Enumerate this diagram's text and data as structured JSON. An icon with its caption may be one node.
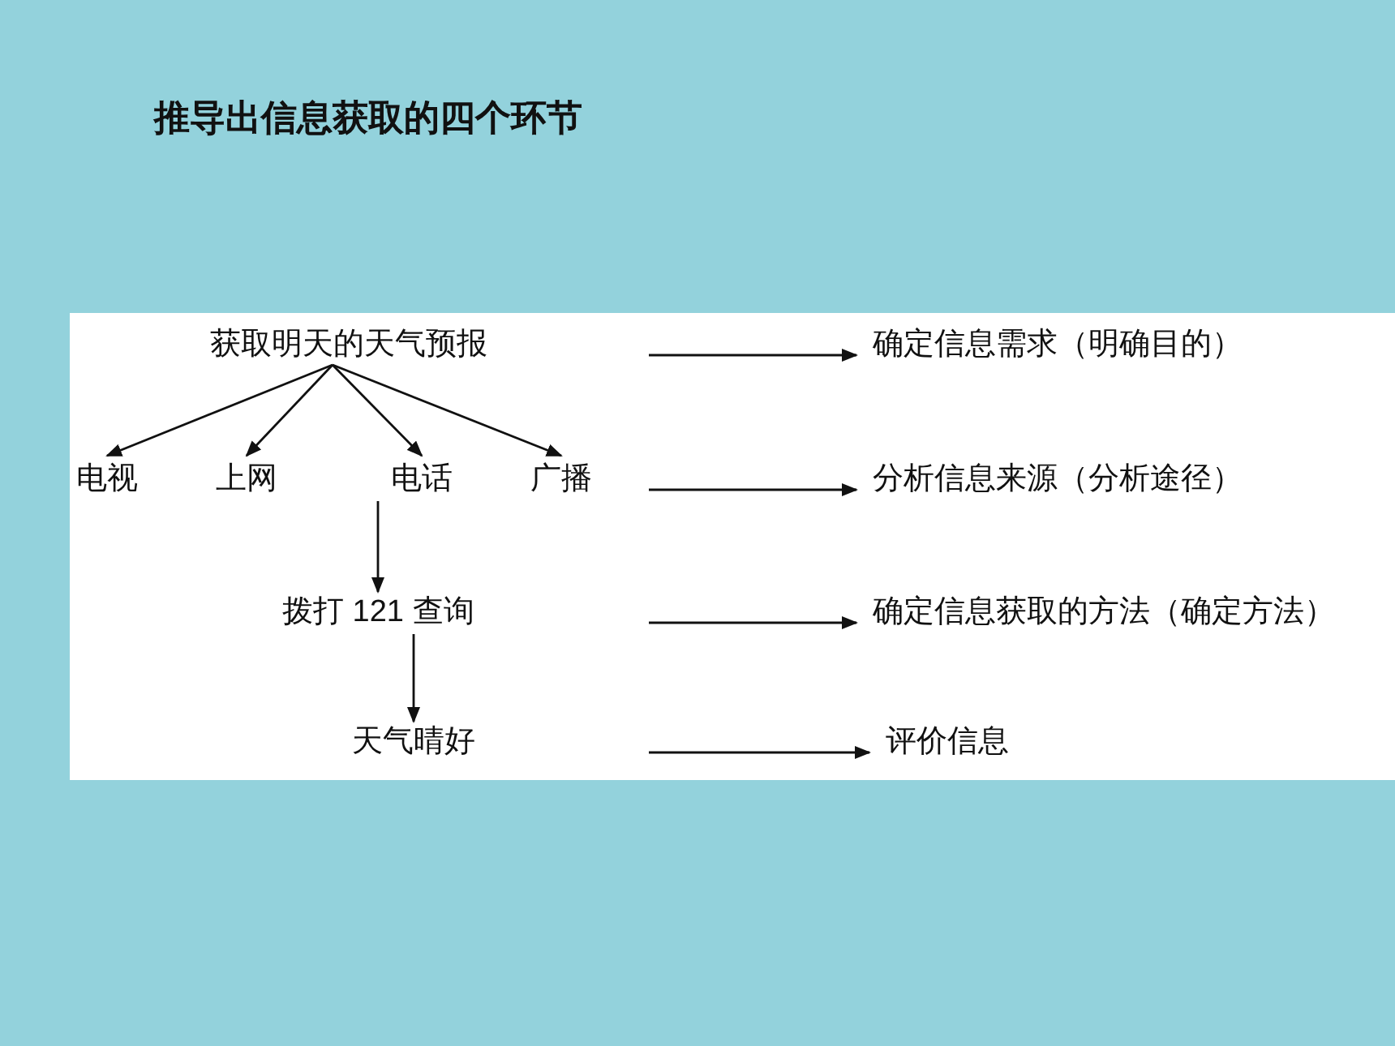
{
  "diagram": {
    "title": "推导出信息获取的四个环节",
    "nodes": [
      {
        "text": [
          "获取明天的天气预报"
        ]
      },
      {
        "text": [
          "电视"
        ]
      },
      {
        "text": [
          "上网"
        ]
      },
      {
        "text": [
          "电话"
        ]
      },
      {
        "text": [
          "广播"
        ]
      },
      {
        "text": [
          "拨打 121 查询"
        ]
      },
      {
        "text": [
          "天气晴好"
        ]
      },
      {
        "text": [
          "确定信息需求（明确目的）"
        ]
      },
      {
        "text": [
          "分析信息来源（分析途径）"
        ]
      },
      {
        "text": [
          "确定信息获取的方法（确定方法）"
        ]
      },
      {
        "text": [
          "评价信息"
        ]
      }
    ],
    "edges": [
      {
        "from": 0,
        "to": 1,
        "arrow": "to"
      },
      {
        "from": 0,
        "to": 2,
        "arrow": "to"
      },
      {
        "from": 0,
        "to": 3,
        "arrow": "to"
      },
      {
        "from": 0,
        "to": 4,
        "arrow": "to"
      },
      {
        "from": 3,
        "to": 5,
        "arrow": "to"
      },
      {
        "from": 5,
        "to": 6,
        "arrow": "to"
      },
      {
        "from": null,
        "to": 7,
        "arrow": "to"
      },
      {
        "from": null,
        "to": 8,
        "arrow": "to"
      },
      {
        "from": null,
        "to": 9,
        "arrow": "to"
      },
      {
        "from": null,
        "to": 10,
        "arrow": "to"
      }
    ]
  }
}
